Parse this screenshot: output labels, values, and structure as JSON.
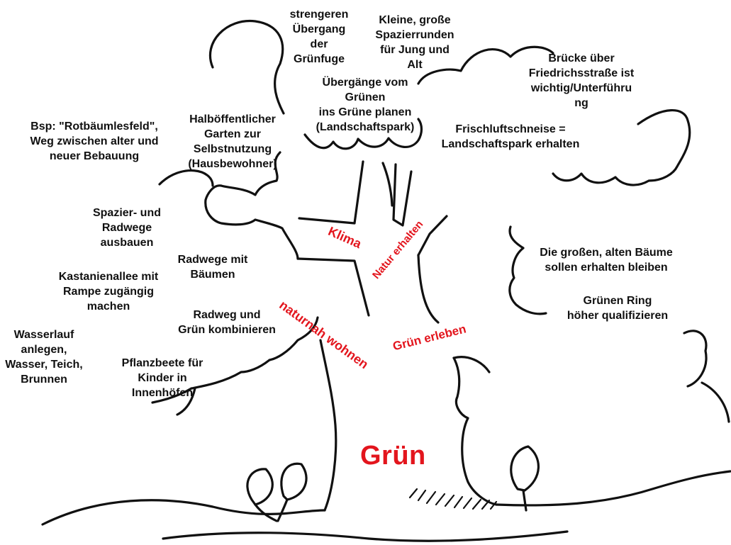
{
  "title": "Grün",
  "colors": {
    "ink": "#111111",
    "theme": "#e3151d",
    "background": "#ffffff"
  },
  "themes": {
    "klima": "Klima",
    "natur_erhalten": "Natur erhalten",
    "naturnah_wohnen": "naturnah wohnen",
    "gruen_erleben": "Grün erleben"
  },
  "notes": {
    "strengeren_uebergang": "strengeren\nÜbergang\nder\nGrünfuge",
    "spazierrunden": "Kleine, große\nSpazierrunden\nfür Jung und\nAlt",
    "bruecke": "Brücke über\nFriedrichsstraße ist\nwichtig/Unterführu\nng",
    "uebergaenge": "Übergänge vom\nGrünen\nins Grüne planen\n(Landschaftspark)",
    "halboeffentlicher_garten": "Halböffentlicher\nGarten zur\nSelbstnutzung\n(Hausbewohner)",
    "rotbaeumlesfeld": "Bsp: \"Rotbäumlesfeld\",\nWeg zwischen alter und\nneuer Bebauung",
    "frischluftschneise": "Frischluftschneise =\nLandschaftspark erhalten",
    "spazier_radwege": "Spazier- und\nRadwege\nausbauen",
    "radwege_baeume": "Radwege mit\nBäumen",
    "kastanienallee": "Kastanienallee mit\nRampe zugängig\nmachen",
    "radweg_gruen": "Radweg und\nGrün kombinieren",
    "wasserlauf": "Wasserlauf\nanlegen,\nWasser, Teich,\nBrunnen",
    "pflanzbeete": "Pflanzbeete für\nKinder in\nInnenhöfen",
    "grosse_baeume": "Die großen, alten Bäume\nsollen erhalten bleiben",
    "gruener_ring": "Grünen Ring\nhöher qualifizieren"
  }
}
